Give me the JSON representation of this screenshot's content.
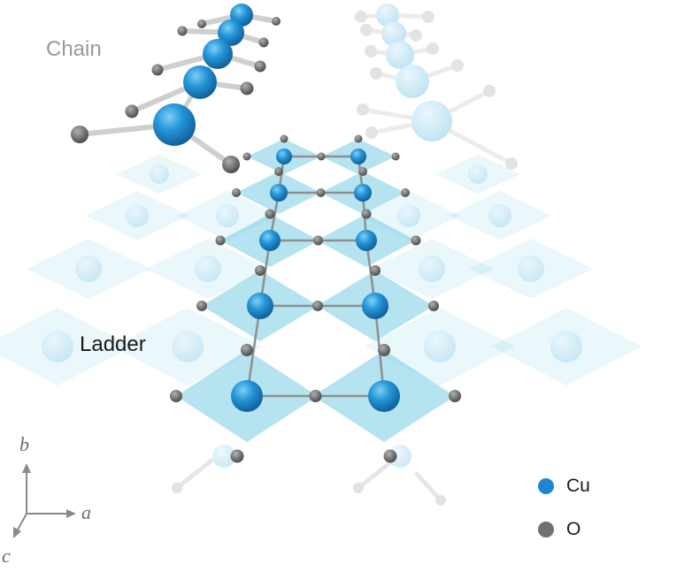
{
  "labels": {
    "chain": "Chain",
    "ladder": "Ladder"
  },
  "axes": {
    "b": "b",
    "a": "a",
    "c": "c"
  },
  "legend": [
    {
      "name": "Cu",
      "color": "#1f86cd"
    },
    {
      "name": "O",
      "color": "#707070"
    }
  ],
  "colors": {
    "plaquette": "#5bc0de",
    "copper": "#1f86cd",
    "oxygen": "#6e6e6e",
    "bond": "#8f8f8f",
    "chain_bond": "#cfcfcf"
  }
}
